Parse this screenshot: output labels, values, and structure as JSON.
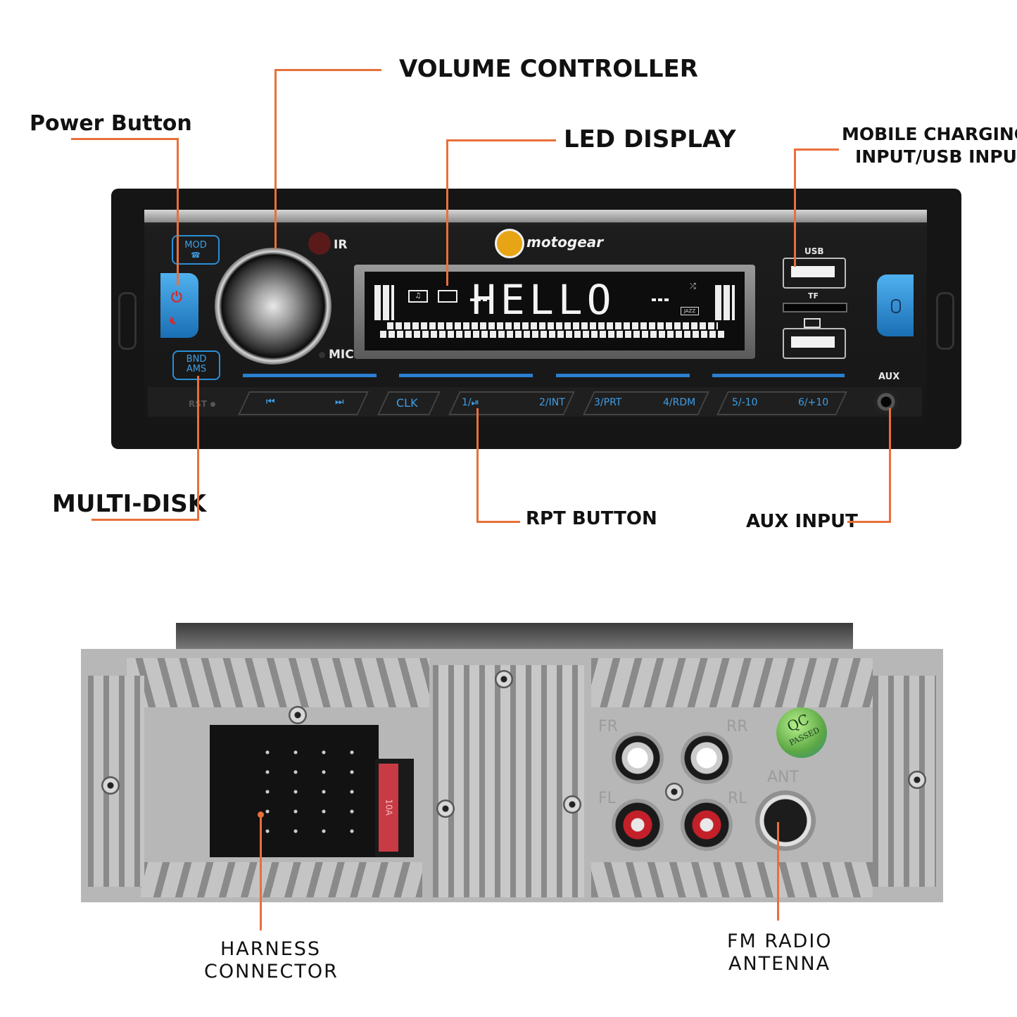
{
  "labels": {
    "volume_controller": "VOLUME CONTROLLER",
    "power_button": "Power Button",
    "led_display": "LED DISPLAY",
    "mobile_charging_line1": "MOBILE CHARGING",
    "mobile_charging_line2": "INPUT/USB INPUT",
    "multi_disk": "MULTI-DISK",
    "rpt_button": "RPT BUTTON",
    "aux_input": "AUX INPUT",
    "harness_line1": "HARNESS",
    "harness_line2": "CONNECTOR",
    "fm_line1": "FM RADIO",
    "fm_line2": "ANTENNA"
  },
  "front": {
    "brand": "motogear",
    "mod": "MOD",
    "bnd": "BND",
    "ams": "AMS",
    "ir": "IR",
    "mic": "MIC",
    "display_text": "HELLO",
    "jazz": "JAZZ",
    "usb": "USB",
    "tf": "TF",
    "aux": "AUX",
    "rst": "RST",
    "keys": {
      "prev": "⏮",
      "next": "⏭",
      "clk": "CLK",
      "k1": "1/⏯",
      "k2": "2/INT",
      "k3": "3/PRT",
      "k4": "4/RDM",
      "k5": "5/-10",
      "k6": "6/+10"
    }
  },
  "back": {
    "fr": "FR",
    "rr": "RR",
    "fl": "FL",
    "rl": "RL",
    "ant": "ANT",
    "qc": "QC",
    "passed": "PASSED",
    "fuse": "10A"
  },
  "colors": {
    "callout_line": "#e8703a",
    "accent_blue": "#2a8fd6"
  }
}
